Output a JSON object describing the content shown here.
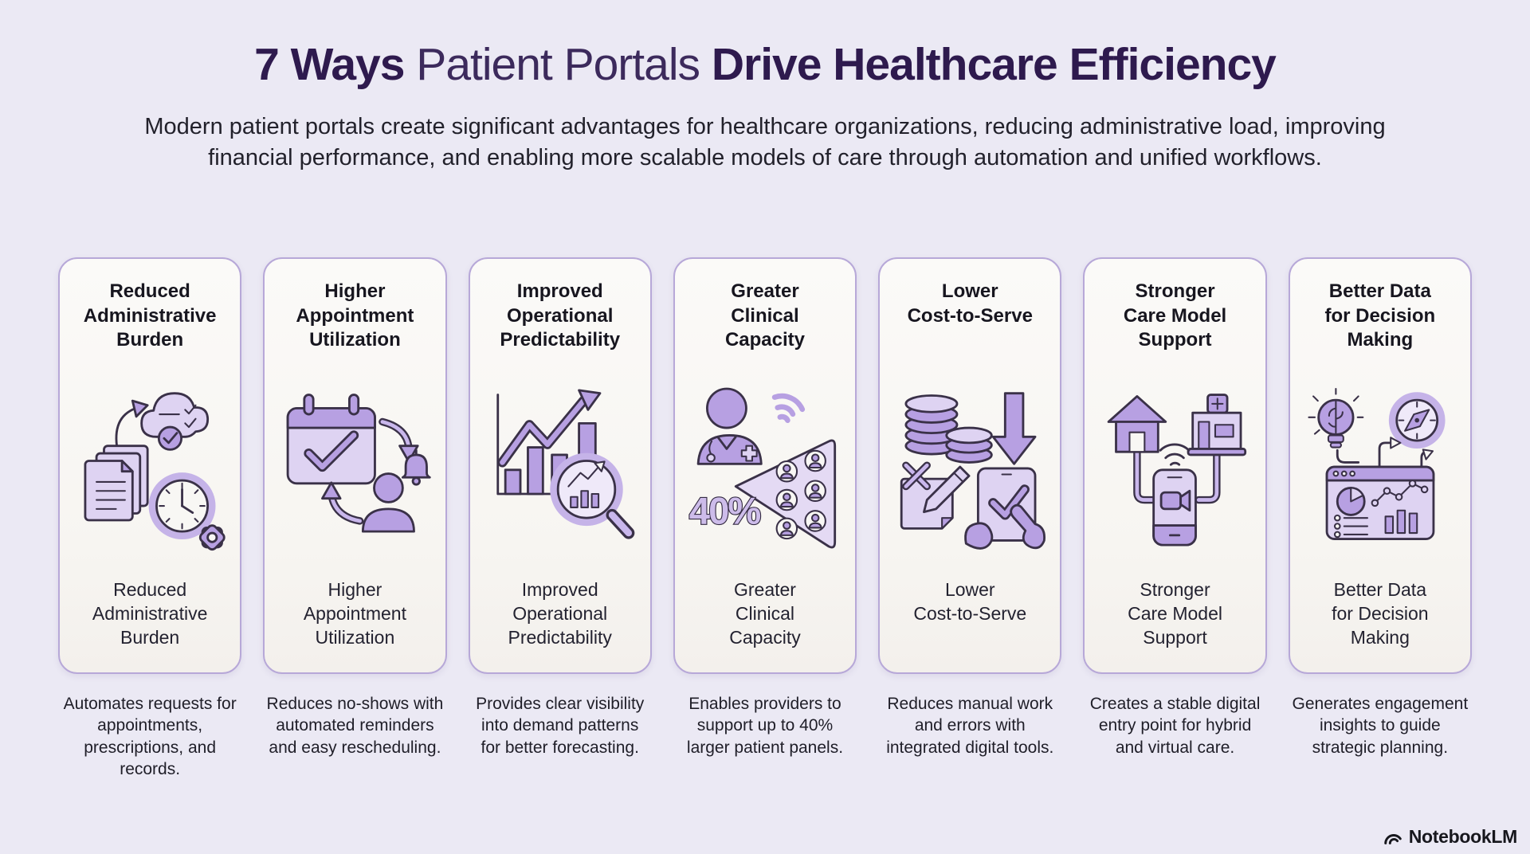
{
  "header": {
    "title_bold_lead": "7 Ways",
    "title_regular": "Patient Portals",
    "title_bold_tail": "Drive Healthcare Efficiency",
    "subtitle": "Modern patient portals create significant advantages for healthcare organizations, reducing administrative load, improving\nfinancial performance, and enabling more scalable models of care through automation and unified workflows."
  },
  "cards": [
    {
      "title": "Reduced\nAdministrative\nBurden",
      "description": "Automates requests for appointments, prescriptions, and records.",
      "icon": "documents-cloud-clock"
    },
    {
      "title": "Higher\nAppointment\nUtilization",
      "description": "Reduces no-shows with automated reminders and easy rescheduling.",
      "icon": "calendar-reminder-cycle"
    },
    {
      "title": "Improved\nOperational\nPredictability",
      "description": "Provides clear visibility into demand patterns for better forecasting.",
      "icon": "growth-chart-magnifier"
    },
    {
      "title": "Greater\nClinical\nCapacity",
      "description": "Enables providers to support up to 40% larger patient panels.",
      "icon": "provider-patient-panel",
      "icon_label": "40%"
    },
    {
      "title": "Lower\nCost-to-Serve",
      "description": "Reduces manual work and errors with integrated digital tools.",
      "icon": "coins-savings-tablet"
    },
    {
      "title": "Stronger\nCare Model\nSupport",
      "description": "Creates a stable digital entry point for hybrid and virtual care.",
      "icon": "home-phone-clinic-network"
    },
    {
      "title": "Better Data\nfor Decision\nMaking",
      "description": "Generates engagement insights to guide strategic planning.",
      "icon": "insight-compass-dashboard"
    }
  ],
  "branding": {
    "logo_text": "NotebookLM"
  },
  "colors": {
    "background": "#ebe9f4",
    "card_background": "#f8f6f3",
    "card_border": "#b7a8d8",
    "title": "#2e1a4e",
    "text": "#1f1e28",
    "icon_accent": "#b7a0e2",
    "icon_outline": "#3a3148"
  }
}
